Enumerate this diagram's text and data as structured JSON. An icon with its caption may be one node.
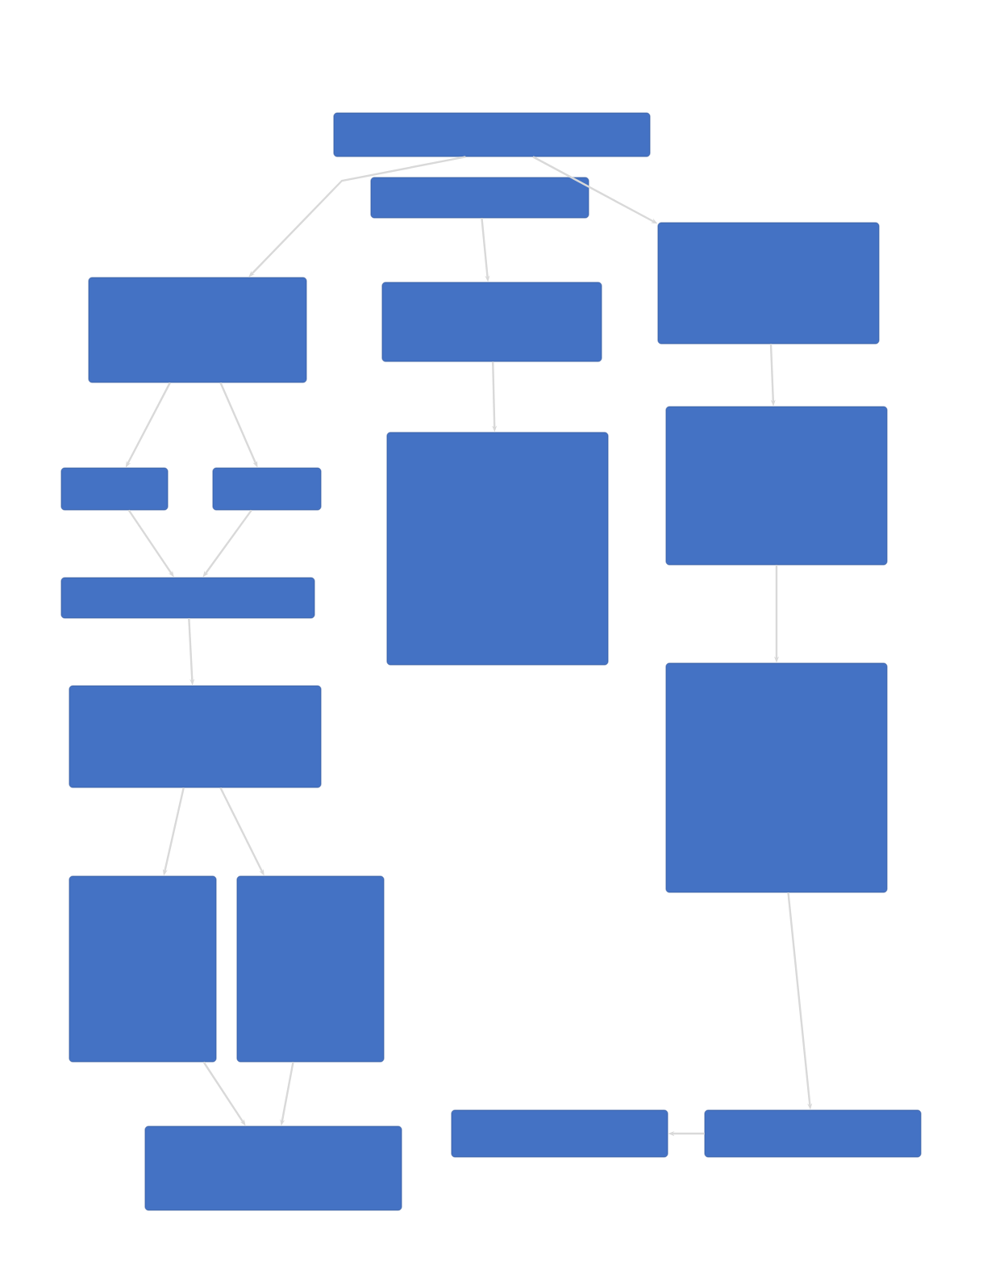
{
  "diagram": {
    "nodes": [
      {
        "text": [],
        "shape": "box"
      },
      {
        "text": [],
        "shape": "box"
      },
      {
        "text": [],
        "shape": "box"
      },
      {
        "text": [],
        "shape": "box"
      },
      {
        "text": [],
        "shape": "box"
      },
      {
        "text": [],
        "shape": "box"
      },
      {
        "text": [],
        "shape": "box"
      },
      {
        "text": [],
        "shape": "box"
      },
      {
        "text": [],
        "shape": "box"
      },
      {
        "text": [],
        "shape": "box"
      },
      {
        "text": [],
        "shape": "box"
      },
      {
        "text": [],
        "shape": "box"
      },
      {
        "text": [],
        "shape": "box"
      },
      {
        "text": [],
        "shape": "box"
      },
      {
        "text": [],
        "shape": "box"
      },
      {
        "text": [],
        "shape": "box"
      },
      {
        "text": [],
        "shape": "box"
      }
    ],
    "edges": [
      {
        "from": 0,
        "to": 2,
        "arrow": "to"
      },
      {
        "from": 1,
        "to": 3,
        "arrow": "to"
      },
      {
        "from": 0,
        "to": 4,
        "arrow": "to"
      },
      {
        "from": 2,
        "to": 5,
        "arrow": "to"
      },
      {
        "from": 2,
        "to": 6,
        "arrow": "to"
      },
      {
        "from": 5,
        "to": 7,
        "arrow": "to"
      },
      {
        "from": 6,
        "to": 7,
        "arrow": "to"
      },
      {
        "from": 7,
        "to": 8,
        "arrow": "to"
      },
      {
        "from": 8,
        "to": 9,
        "arrow": "to"
      },
      {
        "from": 8,
        "to": 10,
        "arrow": "to"
      },
      {
        "from": 9,
        "to": 11,
        "arrow": "to"
      },
      {
        "from": 10,
        "to": 11,
        "arrow": "to"
      },
      {
        "from": 3,
        "to": 12,
        "arrow": "to"
      },
      {
        "from": 4,
        "to": 13,
        "arrow": "to"
      },
      {
        "from": 13,
        "to": 14,
        "arrow": "to"
      },
      {
        "from": 14,
        "to": 16,
        "arrow": "to"
      },
      {
        "from": 16,
        "to": 15,
        "arrow": "to"
      }
    ]
  }
}
